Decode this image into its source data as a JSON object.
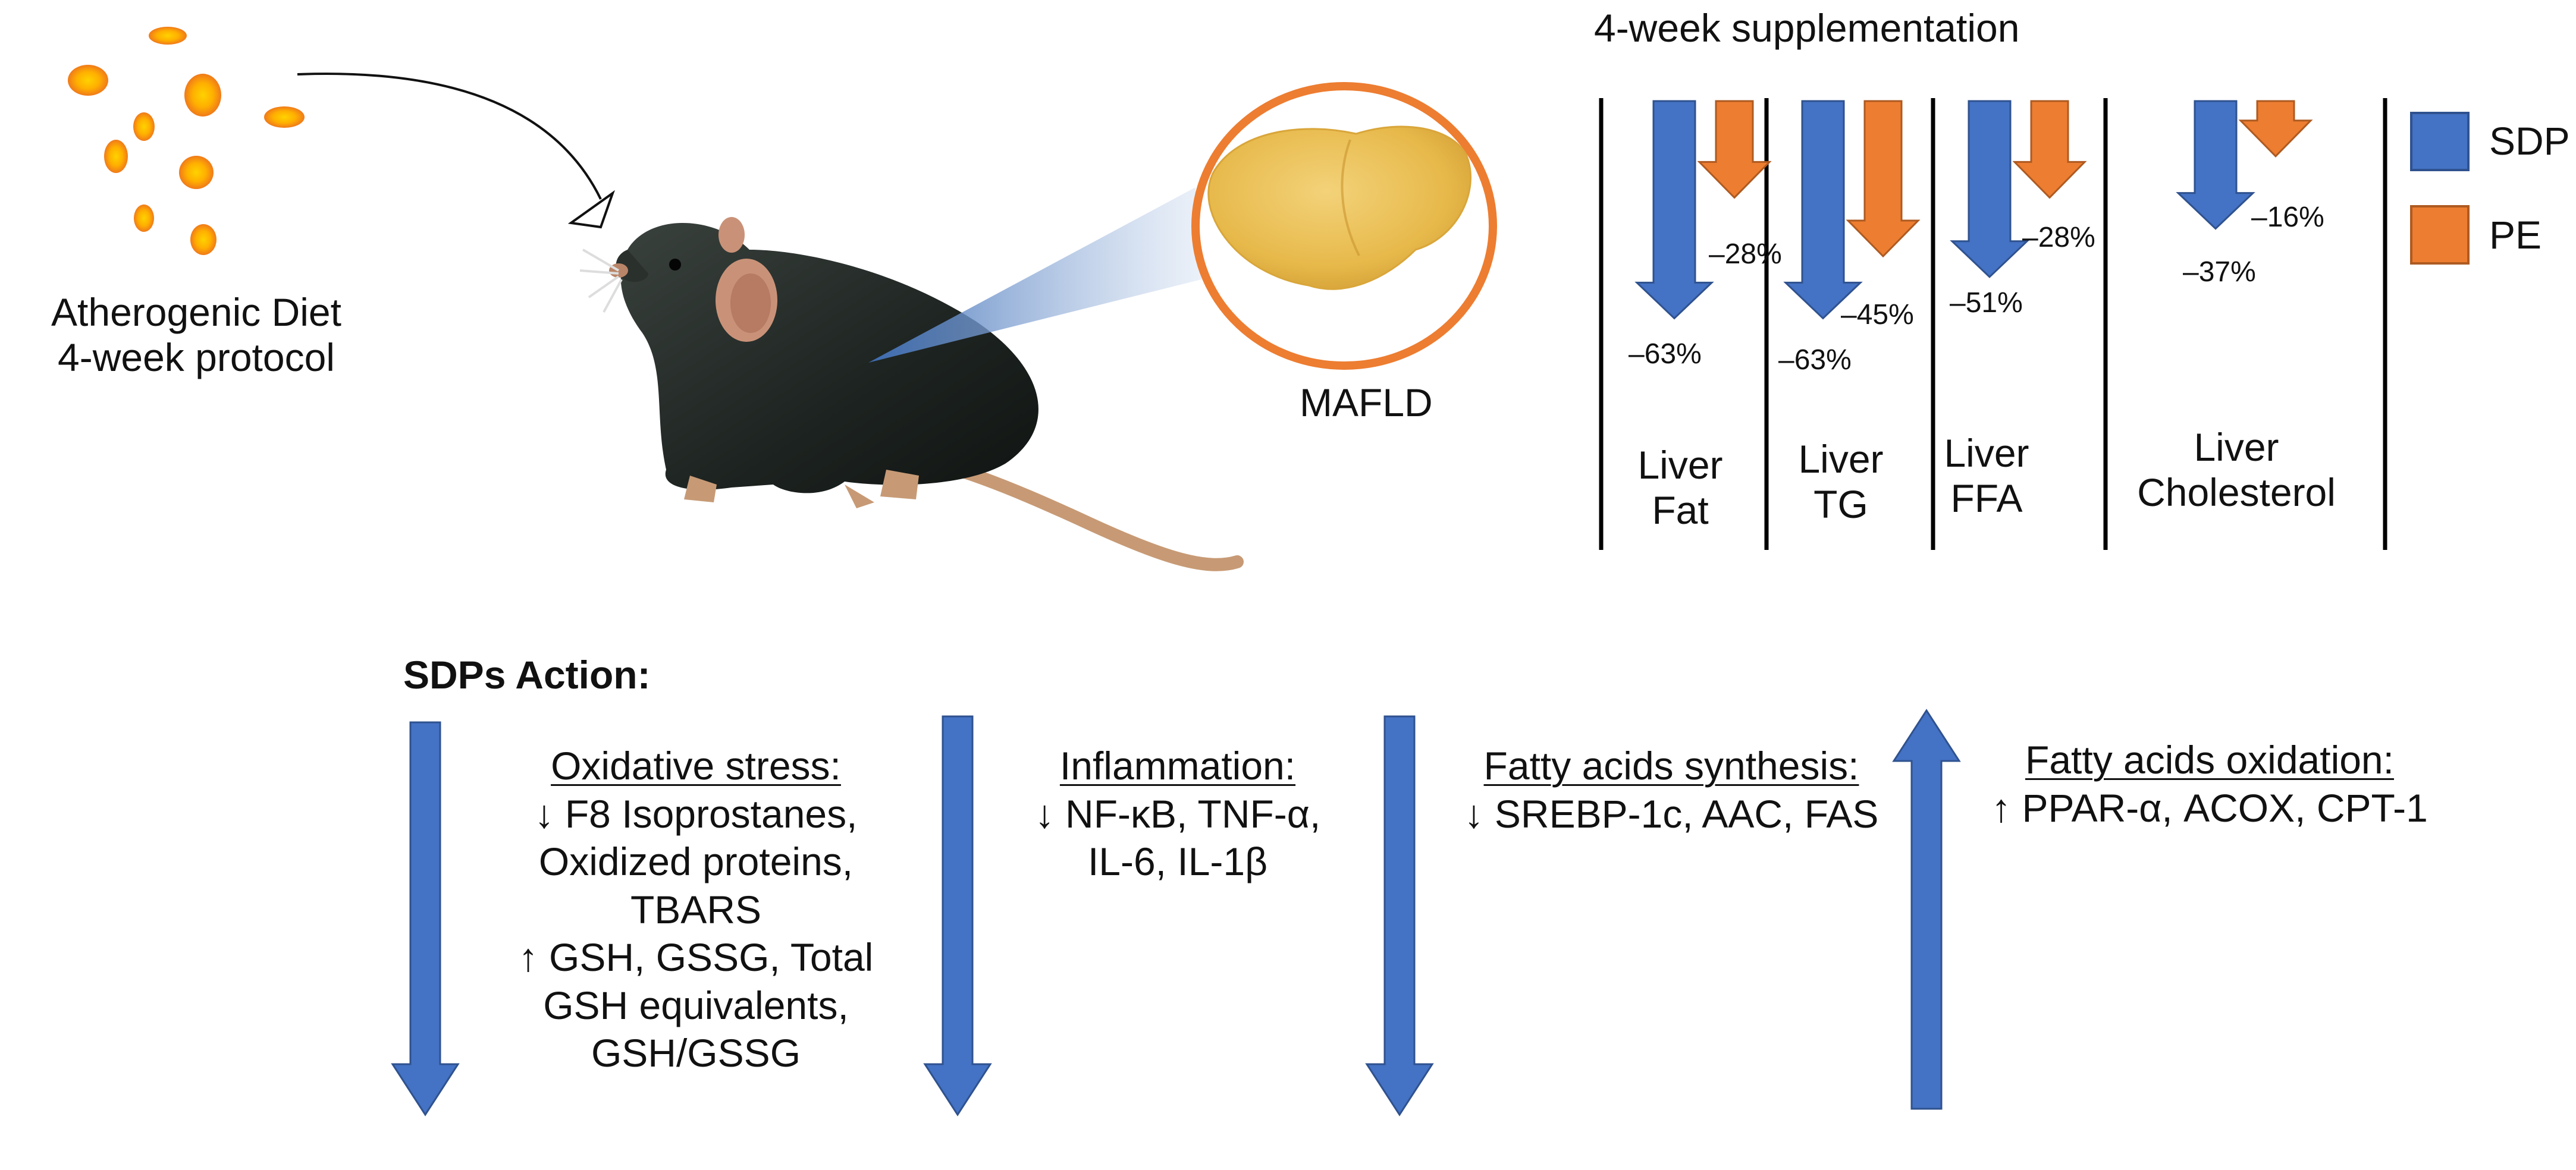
{
  "diet": {
    "line1": "Atherogenic Diet",
    "line2": "4-week protocol"
  },
  "organ_label": "MAFLD",
  "chart": {
    "title": "4-week supplementation",
    "legend": [
      {
        "label": "SDP",
        "color": "#4472C4"
      },
      {
        "label": "PE",
        "color": "#ED7D31"
      }
    ],
    "groups": [
      {
        "name1": "Liver",
        "name2": "Fat",
        "sdp_label": "–63%",
        "pe_label": "–28%"
      },
      {
        "name1": "Liver",
        "name2": "TG",
        "sdp_label": "–63%",
        "pe_label": "–45%"
      },
      {
        "name1": "Liver",
        "name2": "FFA",
        "sdp_label": "–51%",
        "pe_label": "–28%"
      },
      {
        "name1": "Liver",
        "name2": "Cholesterol",
        "sdp_label": "–37%",
        "pe_label": "–16%"
      }
    ]
  },
  "chart_data": {
    "type": "bar",
    "title": "4-week supplementation",
    "categories": [
      "Liver Fat",
      "Liver TG",
      "Liver FFA",
      "Liver Cholesterol"
    ],
    "series": [
      {
        "name": "SDP",
        "values": [
          -63,
          -63,
          -51,
          -37
        ]
      },
      {
        "name": "PE",
        "values": [
          -28,
          -45,
          -28,
          -16
        ]
      }
    ],
    "unit": "%",
    "bars_direction": "down"
  },
  "actions": {
    "heading": "SDPs Action:",
    "oxidative": {
      "title": "Oxidative stress:",
      "l1": "↓ F8 Isoprostanes,",
      "l2": "Oxidized proteins,",
      "l3": "TBARS",
      "l4": "↑ GSH, GSSG, Total",
      "l5": "GSH equivalents,",
      "l6": "GSH/GSSG"
    },
    "inflammation": {
      "title": "Inflammation:",
      "l1": "↓ NF-κB, TNF-α,",
      "l2": "IL-6, IL-1β"
    },
    "synthesis": {
      "title": "Fatty acids synthesis:",
      "l1": "↓ SREBP-1c, AAC, FAS"
    },
    "oxidation": {
      "title": "Fatty acids oxidation:",
      "l1": "↑ PPAR-α, ACOX, CPT-1"
    }
  }
}
